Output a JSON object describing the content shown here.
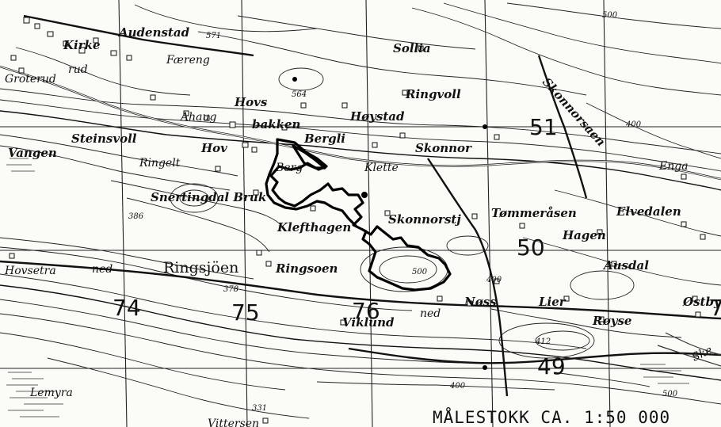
{
  "map": {
    "scale_text": "MÅLESTOKK CA. 1:50 000",
    "grid_labels": {
      "e74": "74",
      "e75": "75",
      "e76": "76",
      "n49": "49",
      "n50": "50",
      "n51": "51",
      "e77_partial": "7"
    },
    "elevations": {
      "e571": "571",
      "e564": "564",
      "e386": "386",
      "e378": "378",
      "e500a": "500",
      "e500b": "500",
      "e400a": "400",
      "e400b": "400",
      "e400c": "400",
      "e412": "412",
      "e331": "331",
      "e500c": "500"
    },
    "places": {
      "audenstad": "Audenstad",
      "kirke": "Kirke",
      "groterud": "Groterud",
      "rud": "rud",
      "fareng": "Færeng",
      "sollia": "Sollia",
      "skonnorsaen": "Skonnorsaen",
      "hovs": "Hovs",
      "bakken": "bakken",
      "ahaug": "Ahaug",
      "ringvoll": "Ringvoll",
      "hoystad": "Høystad",
      "berg": "Bergli",
      "skonnor": "Skonnor",
      "vangen": "Vangen",
      "steinsvoll": "Steinsvoll",
      "hov": "Hov",
      "ringelt": "Ringelt",
      "berg2": "Berg",
      "klette": "Klette",
      "enga": "Enga",
      "snertingdal_bruk": "Snertingdal Bruk",
      "skonnorstjern": "Skonnorstj",
      "tommerasen": "Tømmeråsen",
      "elvedalen": "Elvedalen",
      "klefthagen": "Klefthagen",
      "hagen": "Hagen",
      "hovsetra": "Hovsetra",
      "ned": "ned",
      "ringsjoen": "Ringsjöen",
      "ringsoen": "Ringsoen",
      "ausdal": "Ausdal",
      "noss": "Nøss",
      "ned2": "ned",
      "lier": "Lier",
      "ostby": "Østby",
      "viklund": "Viklund",
      "royse": "Røyse",
      "lemyra": "Lemyra",
      "vittersen": "Vittersen",
      "ske": "Ske"
    }
  }
}
